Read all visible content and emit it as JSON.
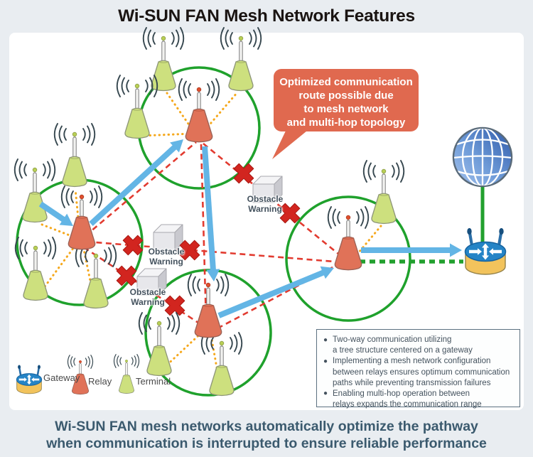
{
  "title": "Wi-SUN FAN Mesh Network Features",
  "callout": {
    "lines": [
      "Optimized communication",
      "route possible due",
      "to mesh network",
      "and multi-hop topology"
    ]
  },
  "obstacles": [
    {
      "line1": "Obstacle",
      "line2": "Warning"
    },
    {
      "line1": "Obstacle",
      "line2": "Warning"
    },
    {
      "line1": "Obstacle",
      "line2": "Warning"
    }
  ],
  "legend": {
    "items": [
      {
        "label": "Gateway"
      },
      {
        "label": "Relay"
      },
      {
        "label": "Terminal"
      }
    ]
  },
  "info_box": {
    "items": [
      {
        "lines": [
          "Two-way communication utilizing",
          "a tree structure centered on a gateway"
        ]
      },
      {
        "lines": [
          "Implementing a mesh network configuration",
          "between relays ensures optimum communication",
          "paths while preventing transmission failures"
        ]
      },
      {
        "lines": [
          "Enabling multi-hop operation between",
          "relays expands the communication range"
        ]
      }
    ]
  },
  "caption": {
    "lines": [
      "Wi-SUN FAN mesh networks automatically optimize the pathway",
      "when communication is interrupted to ensure reliable performance"
    ]
  },
  "colors": {
    "page_bg": "#E9EDF1",
    "panel_bg": "#FFFFFF",
    "callout_bg": "#E0694F",
    "terminal_green": "#CDE07E",
    "relay_coral": "#E07258",
    "range_circle_green": "#1FA12C",
    "blocked_link_red": "#E23B30",
    "failure_x_red": "#D2251F",
    "mesh_link_orange": "#F5A81C",
    "path_arrow_blue": "#63B5E5",
    "uplink_green": "#22A02E",
    "gateway_blue": "#2584C6",
    "gateway_base_yellow": "#F2C35C",
    "caption_text": "#3B5A6E",
    "info_text": "#44525E"
  }
}
